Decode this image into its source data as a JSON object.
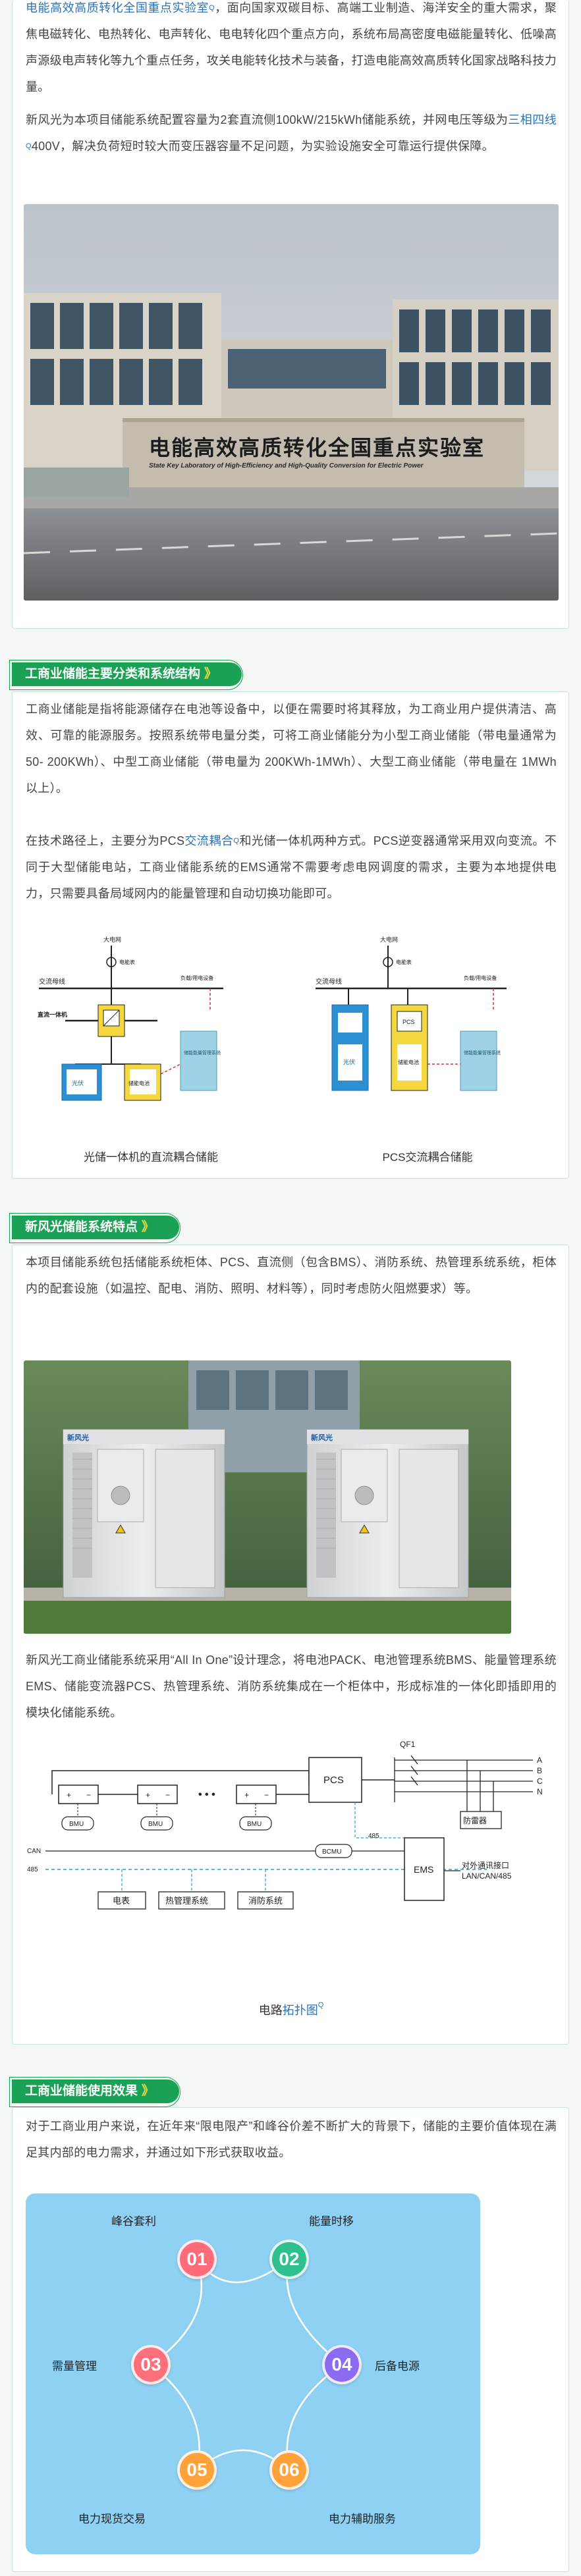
{
  "section1": {
    "para1_link": "电能高效高质转化全国重点实验室",
    "para1_link_sup": "Q",
    "para1_text": "，面向国家双碳目标、高端工业制造、海洋安全的重大需求，聚焦电磁转化、电热转化、电声转化、电电转化四个重点方向，系统布局高密度电磁能量转化、低噪高声源级电声转化等九个重点任务，攻关电能转化技术与装备，打造电能高效高质转化国家战略科技力量。",
    "para2_a": "新风光为本项目储能系统配置容量为2套直流侧100kW/215kWh储能系统，并网电压等级为",
    "para2_link": "三相四线",
    "para2_link_sup": "Q",
    "para2_b": "400V，解决负荷短时较大而变压器容量不足问题，为实验设施安全可靠运行提供保障。",
    "building_sign_cn": "电能高效高质转化全国重点实验室",
    "building_sign_en": "State Key Laboratory of High-Efficiency and High-Quality Conversion for Electric Power"
  },
  "section2": {
    "tag": "工商业储能主要分类和系统结构",
    "tag_arrow": "》",
    "para1": "工商业储能是指将能源储存在电池等设备中，以便在需要时将其释放，为工商业用户提供清洁、高效、可靠的能源服务。按照系统带电量分类，可将工商业储能分为小型工商业储能（带电量通常为 50- 200KWh）、中型工商业储能（带电量为 200KWh-1MWh）、大型工商业储能（带电量在 1MWh以上）。",
    "para2_a": "在技术路径上，主要分为PCS",
    "para2_link": "交流耦合",
    "para2_link_sup": "Q",
    "para2_b": "和光储一体机两种方式。PCS逆变器通常采用双向变流。不同于大型储能电站，工商业储能系统的EMS通常不需要考虑电网调度的需求，主要为本地提供电力，只需要具备局域网内的能量管理和自动切换功能即可。",
    "diagram_left_caption": "光储一体机的直流耦合储能",
    "diagram_right_caption": "PCS交流耦合储能",
    "diag_labels": {
      "grid": "大电网",
      "meter": "电能表",
      "ac_bus": "交流母线",
      "load": "负载/用电设备",
      "dc_bus": "直流一体机",
      "ems": "储能能量管理系统",
      "pv": "光伏",
      "battery": "储能电池",
      "pcs": "PCS"
    }
  },
  "section3": {
    "tag": "新风光储能系统特点",
    "tag_arrow": "》",
    "para1": "本项目储能系统包括储能系统柜体、PCS、直流侧（包含BMS）、消防系统、热管理系统系统，柜体内的配套设施（如温控、配电、消防、照明、材料等），同时考虑防火阻燃要求）等。",
    "cabinet_brand": "新风光",
    "para2": "新风光工商业储能系统采用“All In One”设计理念，将电池PACK、电池管理系统BMS、能量管理系统EMS、储能变流器PCS、热管理系统、消防系统集成在一个柜体中，形成标准的一体化即插即用的模块化储能系统。",
    "circuit": {
      "pcs": "PCS",
      "ems": "EMS",
      "qf1": "QF1",
      "phase_a": "A",
      "phase_b": "B",
      "phase_c": "C",
      "phase_n": "N",
      "bmu1": "BMU",
      "bmu2": "BMU",
      "bmu3": "BMU",
      "bcmu": "BCMU",
      "can": "CAN",
      "rs485_left": "485",
      "rs485_mid": "485",
      "arrester": "防雷器",
      "ext_comm_1": "对外通讯接口",
      "ext_comm_2": "LAN/CAN/485",
      "box_meter": "电表",
      "box_thermal": "热管理系统",
      "box_fire": "消防系统",
      "dots": "• • •"
    },
    "circuit_caption_a": "电路",
    "circuit_caption_link": "拓扑图",
    "circuit_caption_sup": "Q"
  },
  "section4": {
    "tag": "工商业储能使用效果",
    "tag_arrow": "》",
    "para1": "对于工商业用户来说，在近年来“限电限产”和峰谷价差不断扩大的背景下，储能的主要价值体现在满足其内部的电力需求，并通过如下形式获取收益。",
    "benefits": [
      {
        "num": "01",
        "label": "峰谷套利",
        "color": "#ff6b78"
      },
      {
        "num": "02",
        "label": "能量时移",
        "color": "#2ec08e"
      },
      {
        "num": "03",
        "label": "需量管理",
        "color": "#ff6f7b"
      },
      {
        "num": "04",
        "label": "后备电源",
        "color": "#8b6cf0"
      },
      {
        "num": "05",
        "label": "电力现货交易",
        "color": "#ffa23a"
      },
      {
        "num": "06",
        "label": "电力辅助服务",
        "color": "#ffa23a"
      }
    ]
  },
  "colors": {
    "accent_green": "#1aa155",
    "link_blue": "#2a73b8",
    "arrow_yellow": "#f7dd3e",
    "benefit_panel": "#8fd1f3"
  }
}
